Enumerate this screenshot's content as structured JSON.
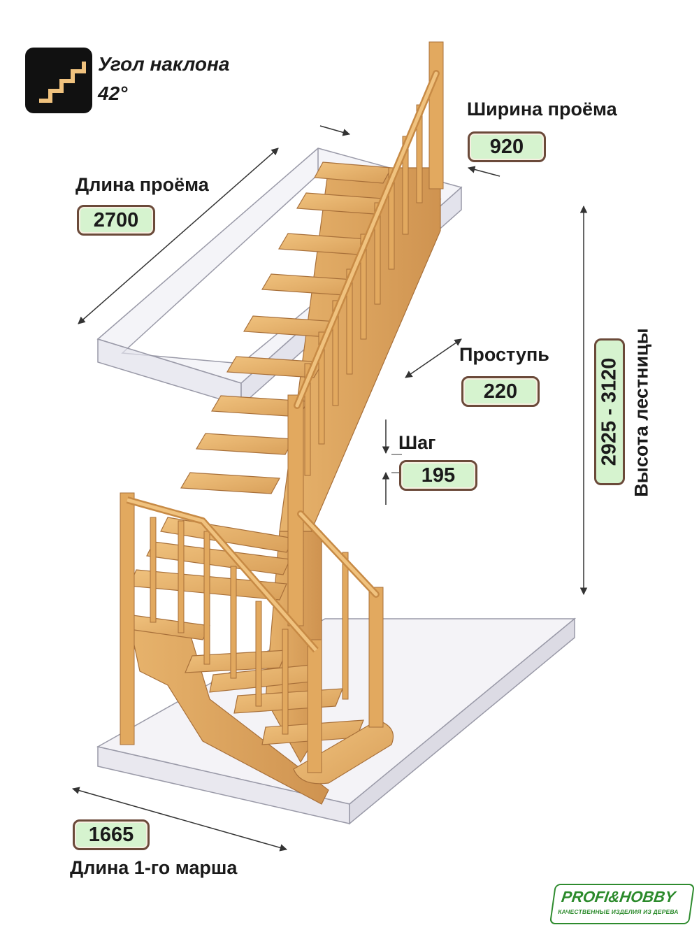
{
  "angle": {
    "title": "Угол наклона",
    "value": "42°"
  },
  "opening_width": {
    "label": "Ширина проёма",
    "value": "920"
  },
  "opening_length": {
    "label": "Длина проёма",
    "value": "2700"
  },
  "tread": {
    "label": "Проступь",
    "value": "220"
  },
  "step": {
    "label": "Шаг",
    "value": "195"
  },
  "stair_height": {
    "label": "Высота лестницы",
    "value": "2925 - 3120"
  },
  "first_flight": {
    "label": "Длина 1-го марша",
    "value": "1665"
  },
  "brand": {
    "name": "PROFI&HOBBY",
    "tagline": "КАЧЕСТВЕННЫЕ ИЗДЕЛИЯ ИЗ ДЕРЕВА"
  },
  "colors": {
    "wood": "#e6b06a",
    "wood_dark": "#b97a3c",
    "badge_fill": "#d6f3cf",
    "badge_border": "#6b4a3a",
    "brand_green": "#2b8a2b"
  }
}
